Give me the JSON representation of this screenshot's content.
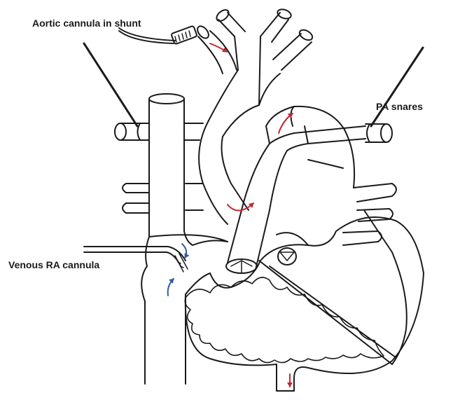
{
  "labels": {
    "aortic_cannula": "Aortic cannula in shunt",
    "pa_snares": "PA snares",
    "venous_cannula": "Venous RA cannula"
  },
  "colors": {
    "line": "#1a1a1a",
    "arterial_arrow": "#c0282d",
    "venous_arrow": "#2f5d9e",
    "background": "#ffffff"
  }
}
